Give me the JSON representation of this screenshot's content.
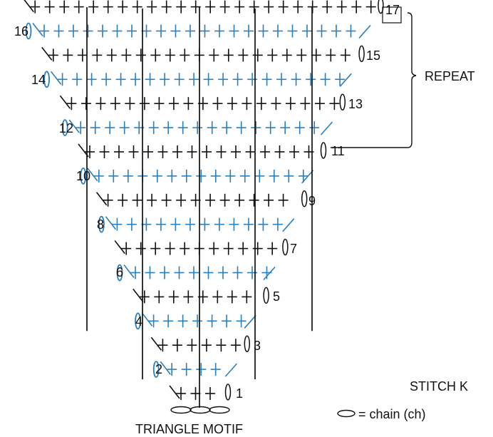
{
  "title": "TRIANGLE MOTIF",
  "repeat_label": "REPEAT",
  "stitch_key": {
    "heading": "STITCH K",
    "items": [
      {
        "icon": "chain-oval-icon",
        "text": "= chain (ch)"
      }
    ]
  },
  "row_labels": [
    "1",
    "2",
    "3",
    "4",
    "5",
    "6",
    "7",
    "8",
    "9",
    "10",
    "11",
    "12",
    "13",
    "14",
    "15",
    "16",
    "17"
  ],
  "colors": {
    "ink": "#111111",
    "blue_rows": "#2a7fc0",
    "background": "#ffffff"
  },
  "notes": "Odd rows drawn in black, even rows drawn in blue; bracket spans rows 11 to 17."
}
